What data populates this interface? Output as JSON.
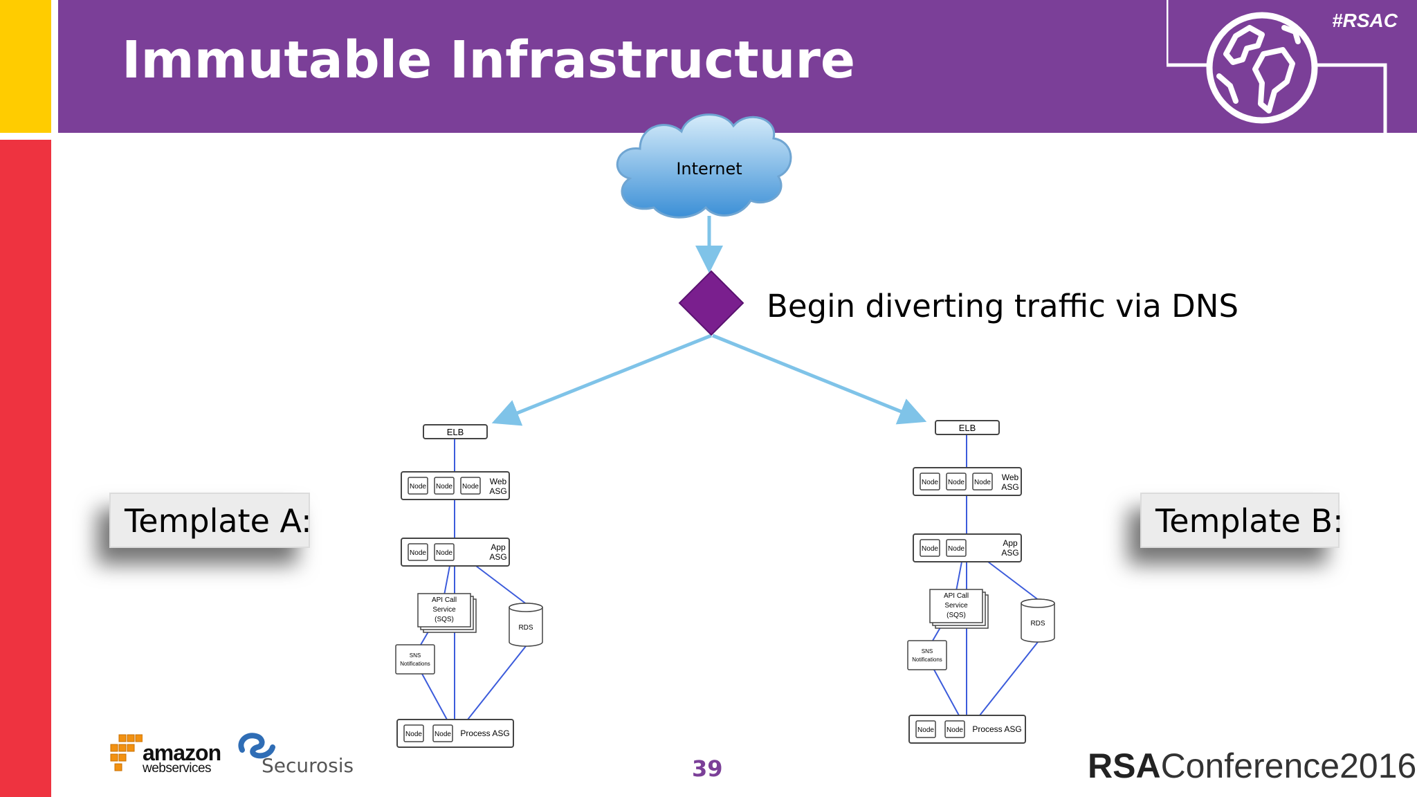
{
  "slide": {
    "title": "Immutable Infrastructure",
    "hashtag": "#RSAC",
    "page_number": "39",
    "caption": "Begin diverting traffic via DNS",
    "template_a_label": "Template A:",
    "template_b_label": "Template B:"
  },
  "diagram": {
    "cloud_label": "Internet",
    "stacks": [
      {
        "elb": "ELB",
        "web_nodes": [
          "Node",
          "Node",
          "Node"
        ],
        "web_asg": [
          "Web",
          "ASG"
        ],
        "app_nodes": [
          "Node",
          "Node"
        ],
        "app_asg": [
          "App",
          "ASG"
        ],
        "api_service": [
          "API Call",
          "Service",
          "(SQS)"
        ],
        "rds": "RDS",
        "sns": [
          "SNS",
          "Notifications"
        ],
        "process_nodes": [
          "Node",
          "Node"
        ],
        "process_asg": "Process ASG"
      },
      {
        "elb": "ELB",
        "web_nodes": [
          "Node",
          "Node",
          "Node"
        ],
        "web_asg": [
          "Web",
          "ASG"
        ],
        "app_nodes": [
          "Node",
          "Node"
        ],
        "app_asg": [
          "App",
          "ASG"
        ],
        "api_service": [
          "API Call",
          "Service",
          "(SQS)"
        ],
        "rds": "RDS",
        "sns": [
          "SNS",
          "Notifications"
        ],
        "process_nodes": [
          "Node",
          "Node"
        ],
        "process_asg": "Process ASG"
      }
    ]
  },
  "logos": {
    "aws_word": "amazon",
    "aws_sub": "webservices",
    "securosis": "Securosis",
    "rsa_bold": "RSA",
    "rsa_rest": "Conference2016"
  },
  "colors": {
    "purple": "#7b3f98",
    "yellow": "#ffcc00",
    "red": "#ee3340",
    "arrow_blue": "#7fc3e8",
    "line_blue": "#3b5bdb",
    "diamond": "#7a1f8e"
  }
}
